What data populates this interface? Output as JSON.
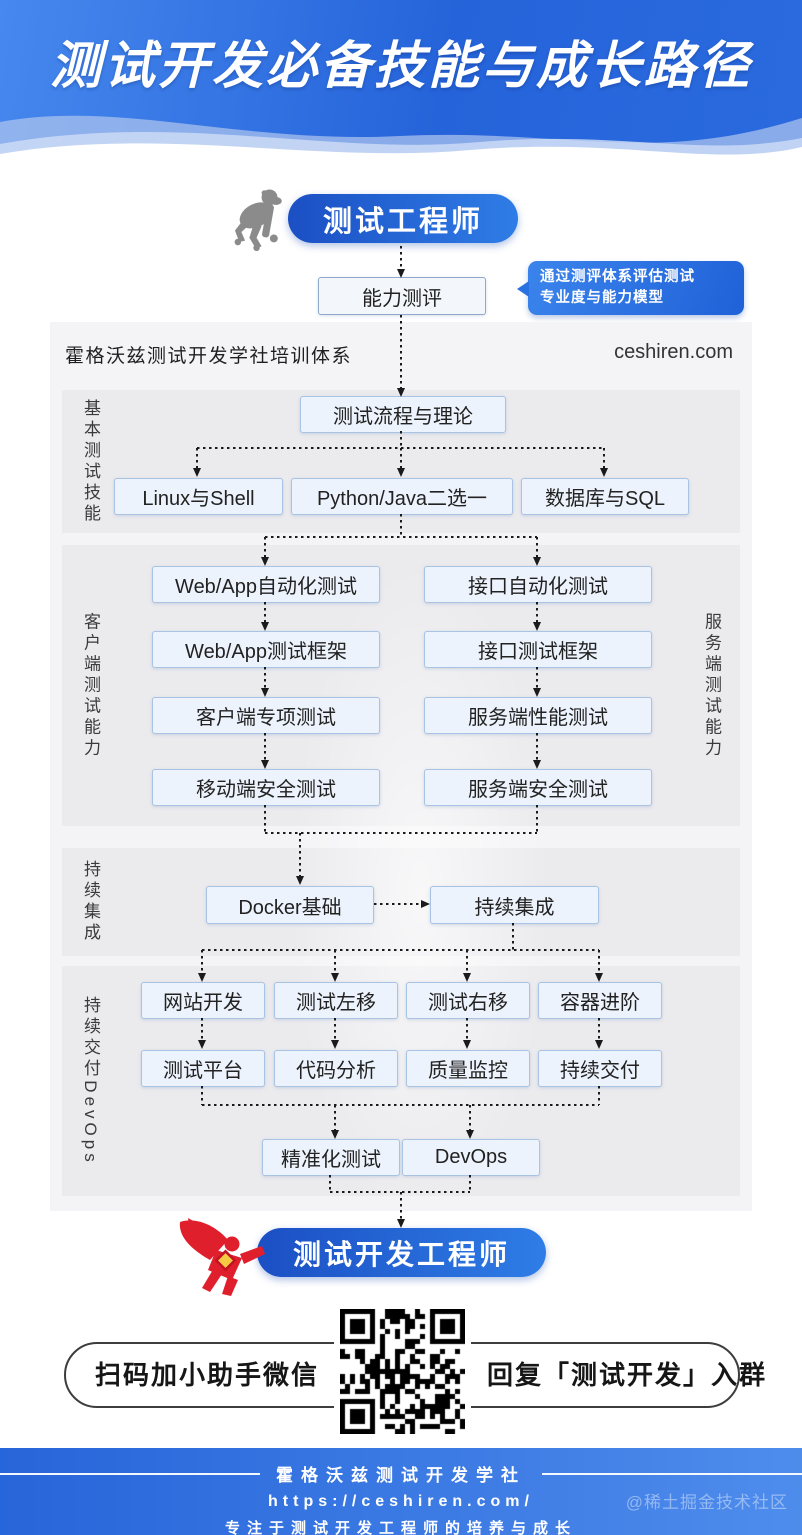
{
  "title": "测试开发必备技能与成长路径",
  "flow": {
    "start_role": "测试工程师",
    "assessment": "能力测评",
    "callout": {
      "line1": "通过测评体系评估测试",
      "line2": "专业度与能力模型"
    },
    "end_role": "测试开发工程师"
  },
  "board": {
    "heading": "霍格沃兹测试开发学社培训体系",
    "site": "ceshiren.com",
    "sections": [
      {
        "label": "基本测试技能",
        "root": "测试流程与理论",
        "row": [
          "Linux与Shell",
          "Python/Java二选一",
          "数据库与SQL"
        ]
      },
      {
        "label_left": "客户端测试能力",
        "label_right": "服务端测试能力",
        "left": [
          "Web/App自动化测试",
          "Web/App测试框架",
          "客户端专项测试",
          "移动端安全测试"
        ],
        "right": [
          "接口自动化测试",
          "接口测试框架",
          "服务端性能测试",
          "服务端安全测试"
        ]
      },
      {
        "label": "持续集成",
        "boxes": [
          "Docker基础",
          "持续集成"
        ]
      },
      {
        "label": "持续交付DevOps",
        "row1": [
          "网站开发",
          "测试左移",
          "测试右移",
          "容器进阶"
        ],
        "row2": [
          "测试平台",
          "代码分析",
          "质量监控",
          "持续交付"
        ],
        "row3": [
          "精准化测试",
          "DevOps"
        ]
      }
    ]
  },
  "qr_banner": {
    "left": "扫码加小助手微信",
    "right": "回复「测试开发」入群"
  },
  "footer": {
    "org": "霍格沃兹测试开发学社",
    "url": "https://ceshiren.com/",
    "tagline": "专注于测试开发工程师的培养与成长",
    "watermark": "@稀土掘金技术社区"
  },
  "icons": {
    "start": "monkey-silhouette",
    "end": "superman-silhouette",
    "qr": "wechat-qr-code"
  },
  "colors": {
    "banner_blue": "#2a6ade",
    "pill_gradient": [
      "#1b4fc4",
      "#2f7de6"
    ],
    "box_fill": "#edf3fc",
    "box_border": "#a9c3e5",
    "section_gray": "#ebebee",
    "superman_red": "#e01f2d",
    "monkey_gray": "#8b8b8b",
    "connector_dark": "#1a1a1a"
  }
}
